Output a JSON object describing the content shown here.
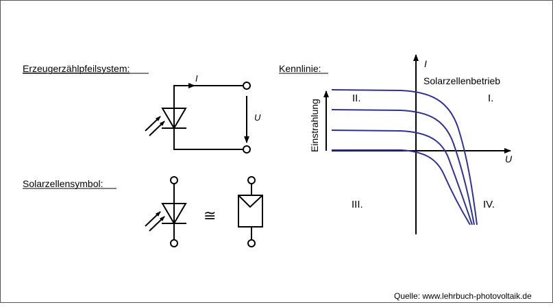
{
  "labels": {
    "erzeuger": "Erzeugerzählpfeilsystem:",
    "symbol": "Solarzellensymbol:",
    "kennlinie": "Kennlinie:",
    "current": "I",
    "voltage": "U",
    "axis_i": "I",
    "axis_u": "U",
    "betrieb": "Solarzellenbetrieb",
    "einstrahlung": "Einstrahlung",
    "q1": "I.",
    "q2": "II.",
    "q3": "III.",
    "q4": "IV.",
    "equiv": "≅",
    "source": "Quelle: www.lehrbuch-photovoltaik.de"
  },
  "colors": {
    "curve": "#2e3192",
    "line": "#000000"
  }
}
